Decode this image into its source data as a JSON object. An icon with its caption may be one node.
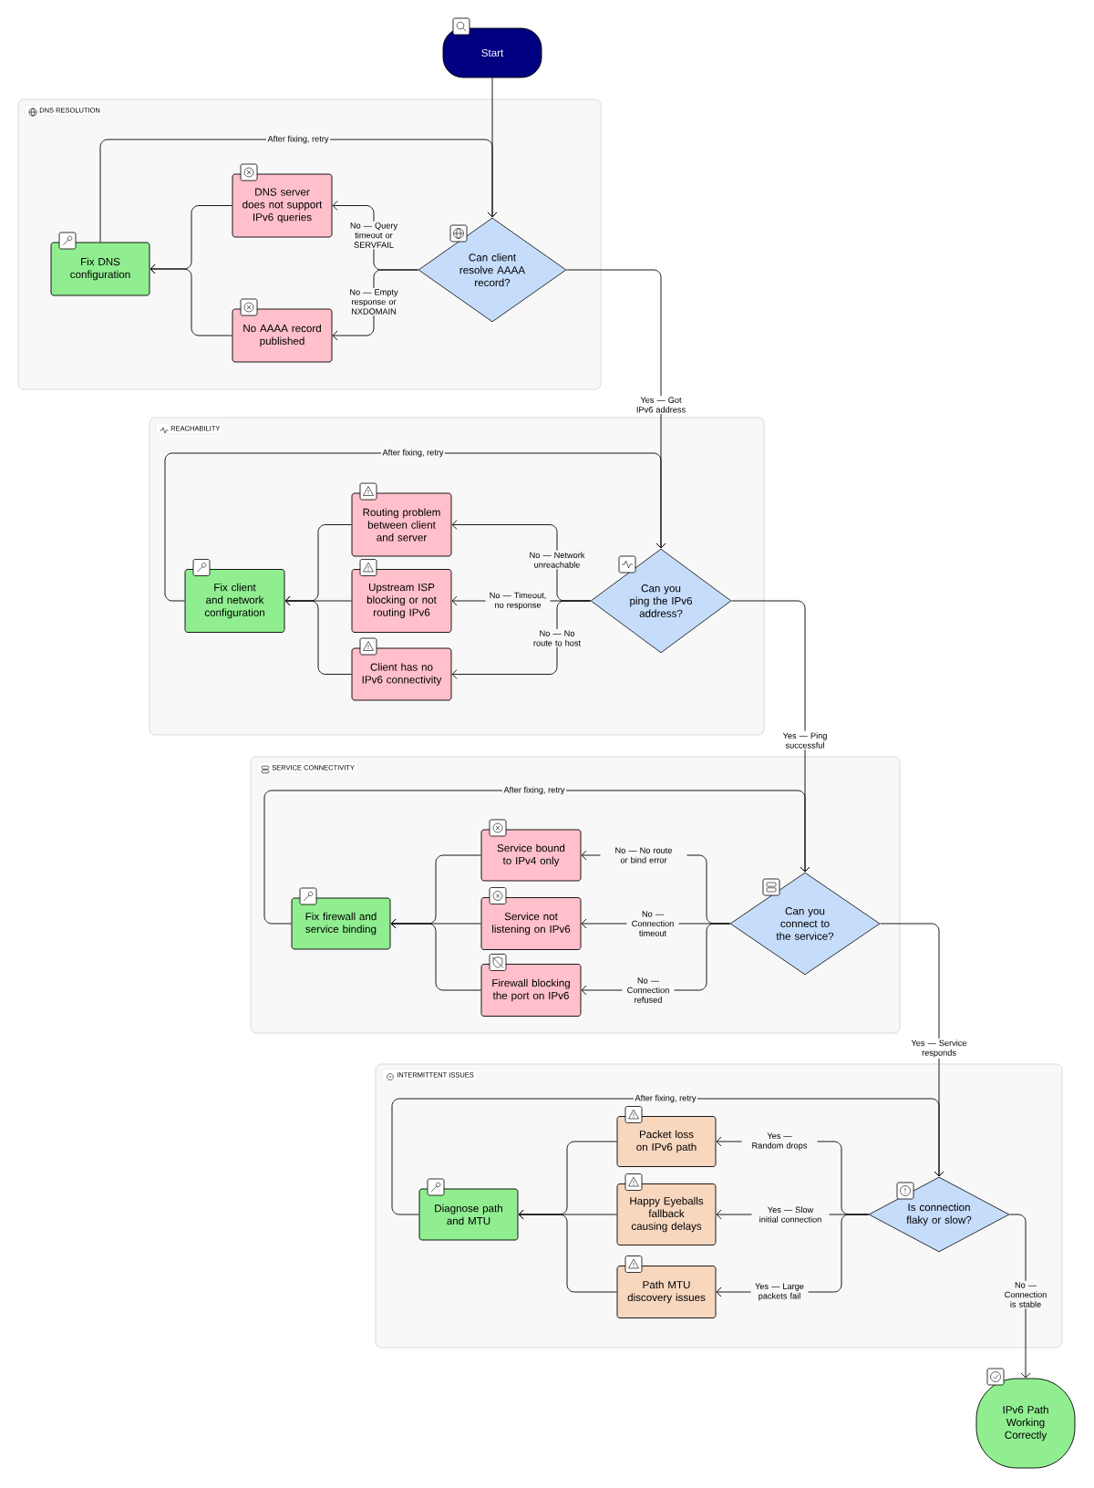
{
  "diagram": {
    "nodes": [
      {
        "text": [
          "Start"
        ]
      },
      {
        "text": [
          "DNS RESOLUTION"
        ]
      },
      {
        "text": [
          "Can client resolve AAAA record?"
        ],
        "in": 1
      },
      {
        "text": [
          "DNS server does not support IPv6 queries"
        ],
        "in": 1
      },
      {
        "text": [
          "No AAAA record published"
        ],
        "in": 1
      },
      {
        "text": [
          "Fix DNS configuration"
        ],
        "in": 1
      },
      {
        "text": [
          "REACHABILITY"
        ]
      },
      {
        "text": [
          "Can you ping the IPv6 address?"
        ],
        "in": 6
      },
      {
        "text": [
          "Routing problem between client and server"
        ],
        "in": 6
      },
      {
        "text": [
          "Upstream ISP blocking or not routing IPv6"
        ],
        "in": 6
      },
      {
        "text": [
          "Client has no IPv6 connectivity"
        ],
        "in": 6
      },
      {
        "text": [
          "Fix client and network configuration"
        ],
        "in": 6
      },
      {
        "text": [
          "SERVICE CONNECTIVITY"
        ]
      },
      {
        "text": [
          "Can you connect to the service?"
        ],
        "in": 12
      },
      {
        "text": [
          "Service bound to IPv4 only"
        ],
        "in": 12
      },
      {
        "text": [
          "Service not listening on IPv6"
        ],
        "in": 12
      },
      {
        "text": [
          "Firewall blocking the port on IPv6"
        ],
        "in": 12
      },
      {
        "text": [
          "Fix firewall and service binding"
        ],
        "in": 12
      },
      {
        "text": [
          "INTERMITTENT ISSUES"
        ]
      },
      {
        "text": [
          "Is connection flaky or slow?"
        ],
        "in": 18
      },
      {
        "text": [
          "Packet loss on IPv6 path"
        ],
        "in": 18
      },
      {
        "text": [
          "Happy Eyeballs fallback causing delays"
        ],
        "in": 18
      },
      {
        "text": [
          "Path MTU discovery issues"
        ],
        "in": 18
      },
      {
        "text": [
          "Diagnose path and MTU"
        ],
        "in": 18
      },
      {
        "text": [
          "IPv6 Path Working Correctly"
        ]
      }
    ],
    "edges": [
      {
        "from": 0,
        "to": 2,
        "arrow": "to"
      },
      {
        "from": 2,
        "to": 3,
        "arrow": "to",
        "label": "No — Query timeout or SERVFAIL"
      },
      {
        "from": 2,
        "to": 4,
        "arrow": "to",
        "label": "No — Empty response or NXDOMAIN"
      },
      {
        "from": 3,
        "to": 5,
        "arrow": "to"
      },
      {
        "from": 4,
        "to": 5,
        "arrow": "to"
      },
      {
        "from": 5,
        "to": 2,
        "arrow": "to",
        "label": "After fixing, retry"
      },
      {
        "from": 2,
        "to": 7,
        "arrow": "to",
        "label": "Yes — Got IPv6 address"
      },
      {
        "from": 7,
        "to": 8,
        "arrow": "to",
        "label": "No — Network unreachable"
      },
      {
        "from": 7,
        "to": 9,
        "arrow": "to",
        "label": "No — Timeout, no response"
      },
      {
        "from": 7,
        "to": 10,
        "arrow": "to",
        "label": "No — No route to host"
      },
      {
        "from": 8,
        "to": 11,
        "arrow": "to"
      },
      {
        "from": 9,
        "to": 11,
        "arrow": "to"
      },
      {
        "from": 10,
        "to": 11,
        "arrow": "to"
      },
      {
        "from": 11,
        "to": 7,
        "arrow": "to",
        "label": "After fixing, retry"
      },
      {
        "from": 7,
        "to": 13,
        "arrow": "to",
        "label": "Yes — Ping successful"
      },
      {
        "from": 13,
        "to": 14,
        "arrow": "to",
        "label": "No — No route or bind error"
      },
      {
        "from": 13,
        "to": 15,
        "arrow": "to",
        "label": "No — Connection timeout"
      },
      {
        "from": 13,
        "to": 16,
        "arrow": "to",
        "label": "No — Connection refused"
      },
      {
        "from": 14,
        "to": 17,
        "arrow": "to"
      },
      {
        "from": 15,
        "to": 17,
        "arrow": "to"
      },
      {
        "from": 16,
        "to": 17,
        "arrow": "to"
      },
      {
        "from": 17,
        "to": 13,
        "arrow": "to",
        "label": "After fixing, retry"
      },
      {
        "from": 13,
        "to": 19,
        "arrow": "to",
        "label": "Yes — Service responds"
      },
      {
        "from": 19,
        "to": 20,
        "arrow": "to",
        "label": "Yes — Random drops"
      },
      {
        "from": 19,
        "to": 21,
        "arrow": "to",
        "label": "Yes — Slow initial connection"
      },
      {
        "from": 19,
        "to": 22,
        "arrow": "to",
        "label": "Yes — Large packets fail"
      },
      {
        "from": 20,
        "to": 23,
        "arrow": "to"
      },
      {
        "from": 21,
        "to": 23,
        "arrow": "to"
      },
      {
        "from": 22,
        "to": 23,
        "arrow": "to"
      },
      {
        "from": 23,
        "to": 19,
        "arrow": "to",
        "label": "After fixing, retry"
      },
      {
        "from": 19,
        "to": 24,
        "arrow": "to",
        "label": "No — Connection is stable"
      }
    ]
  }
}
